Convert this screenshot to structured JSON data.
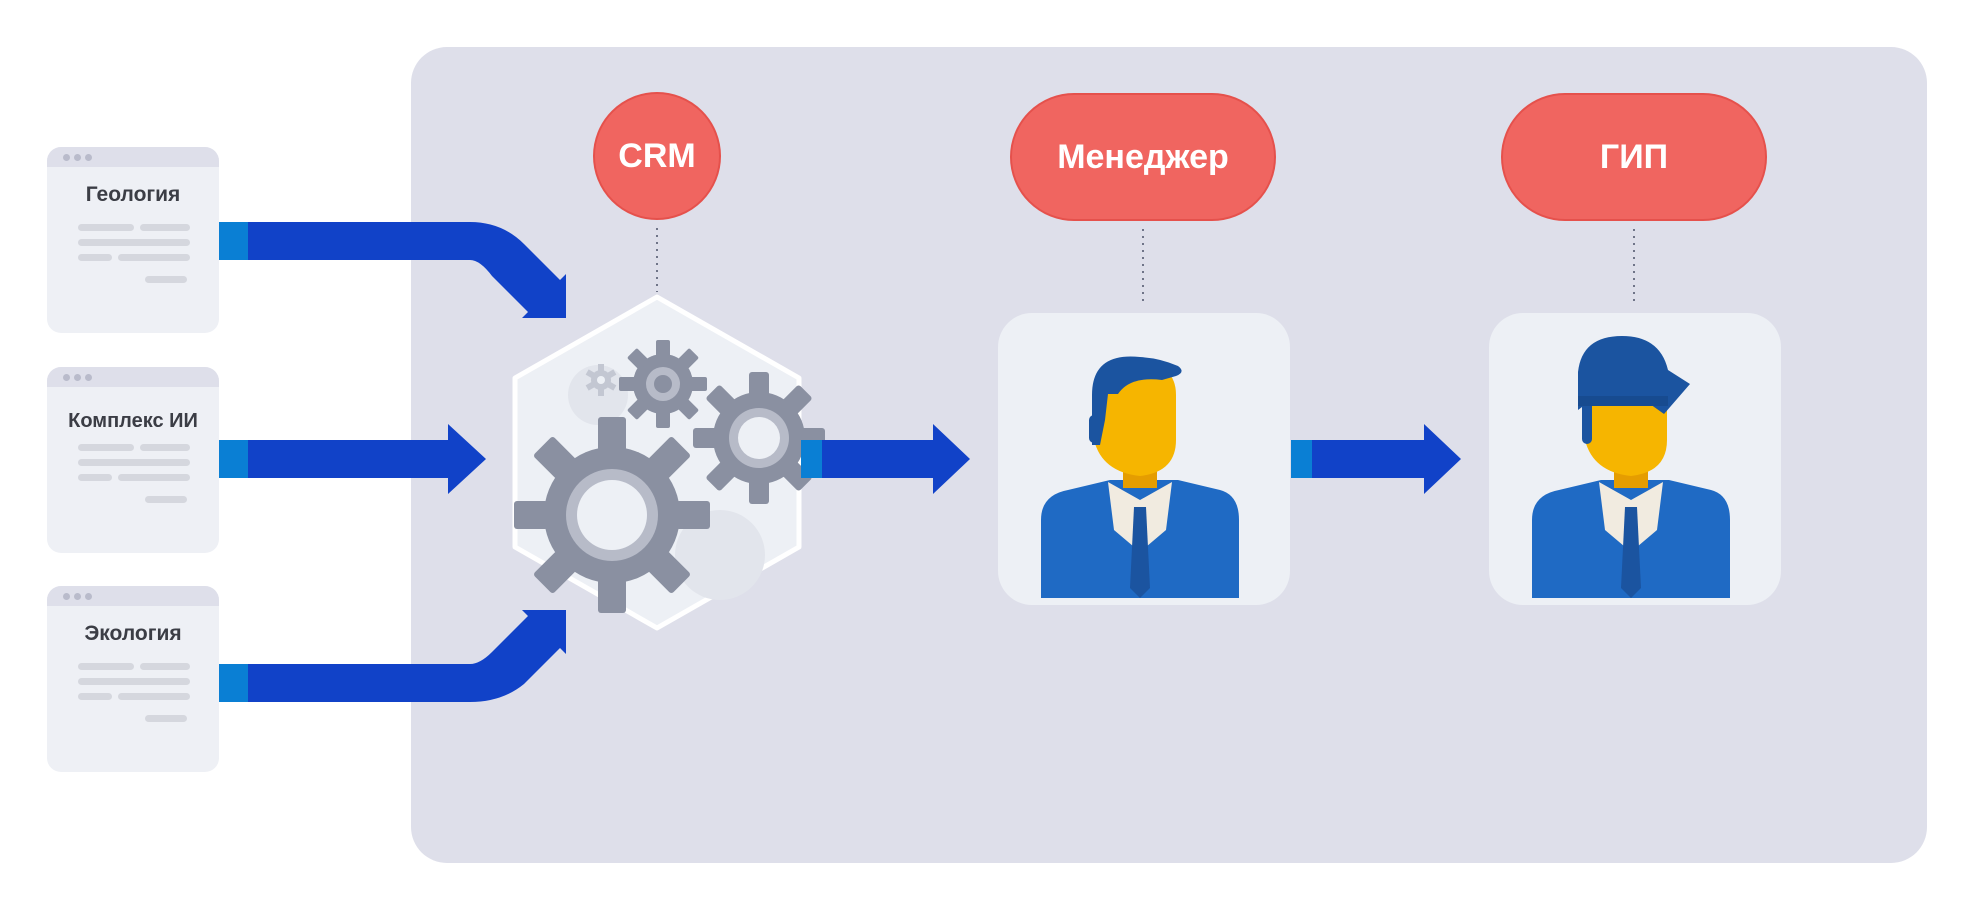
{
  "inputs": [
    {
      "label": "Геология"
    },
    {
      "label": "Комплекс ИИ"
    },
    {
      "label": "Экология"
    }
  ],
  "nodes": {
    "crm": {
      "label": "CRM",
      "icon": "gears-icon"
    },
    "manager": {
      "label": "Менеджер",
      "icon": "businessman-icon"
    },
    "gip": {
      "label": "ГИП",
      "icon": "engineer-hardhat-icon"
    }
  },
  "colors": {
    "panel": "#dedfea",
    "pill": "#f06560",
    "arrow": "#1142c8",
    "arrow_tail": "#0a7fd4",
    "gear": "#8a90a1",
    "suit": "#1f6ac4",
    "skin": "#f6b500",
    "hair": "#1b54a0"
  }
}
